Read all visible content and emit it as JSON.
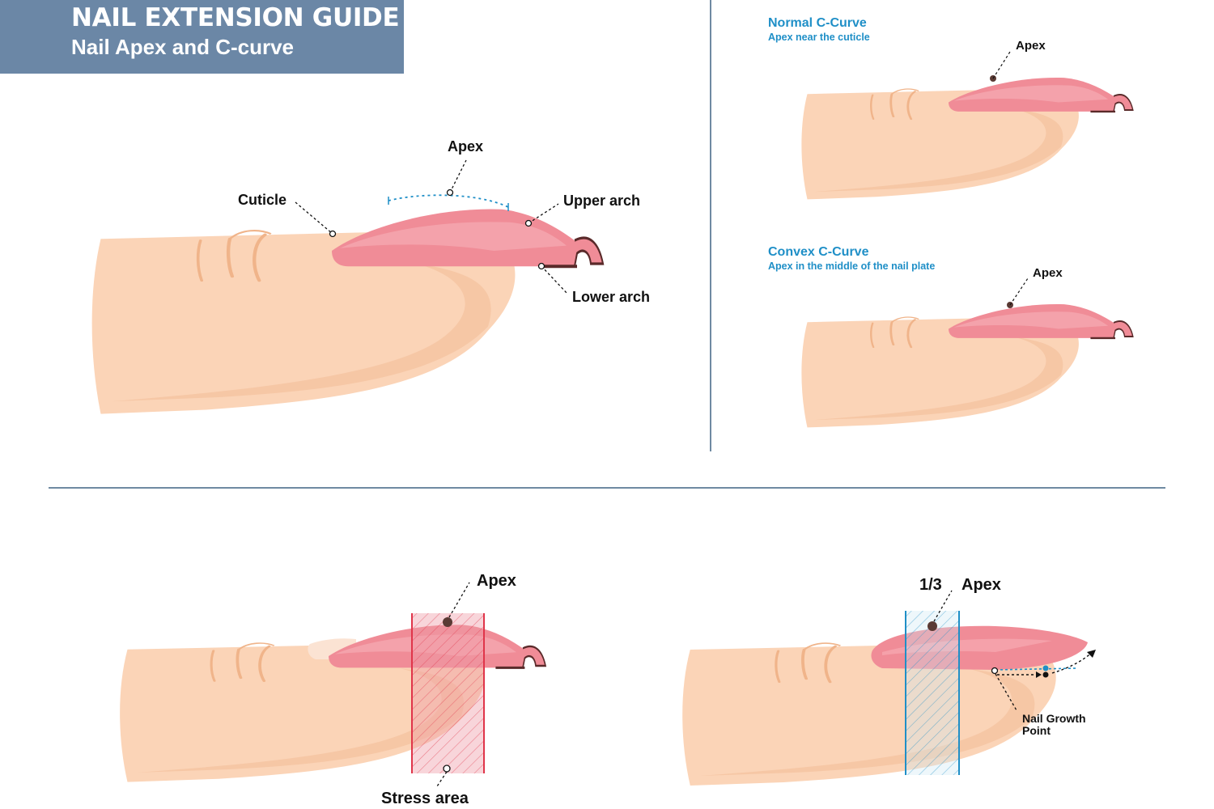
{
  "header": {
    "title": "NAIL EXTENSION GUIDE",
    "subtitle": "Nail Apex and C-curve"
  },
  "colors": {
    "banner_bg": "#6b87a6",
    "banner_text": "#ffffff",
    "divider": "#6f8aa2",
    "skin": "#fbd4b7",
    "skin_shadow": "#f3bc97",
    "nail": "#f08c97",
    "nail_light": "#f6aab2",
    "nail_dark": "#7a3b3b",
    "accent_blue": "#1f8fc7",
    "stress_red": "#e0354a",
    "third_blue": "#1f8fc7",
    "label_text": "#111111"
  },
  "main_diagram": {
    "labels": {
      "apex": "Apex",
      "cuticle": "Cuticle",
      "upper_arch": "Upper arch",
      "lower_arch": "Lower arch"
    },
    "icons": [
      "finger-icon",
      "nail-extension-icon",
      "apex-arc-icon"
    ]
  },
  "normal_curve": {
    "title": "Normal C-Curve",
    "subtitle": "Apex near the cuticle",
    "apex_label": "Apex"
  },
  "convex_curve": {
    "title": "Convex C-Curve",
    "subtitle": "Apex in the middle of the nail plate",
    "apex_label": "Apex"
  },
  "stress_diagram": {
    "apex_label": "Apex",
    "stress_label": "Stress area"
  },
  "third_diagram": {
    "fraction_label": "1/3",
    "apex_label": "Apex",
    "growth_label_line1": "Nail Growth",
    "growth_label_line2": "Point"
  }
}
